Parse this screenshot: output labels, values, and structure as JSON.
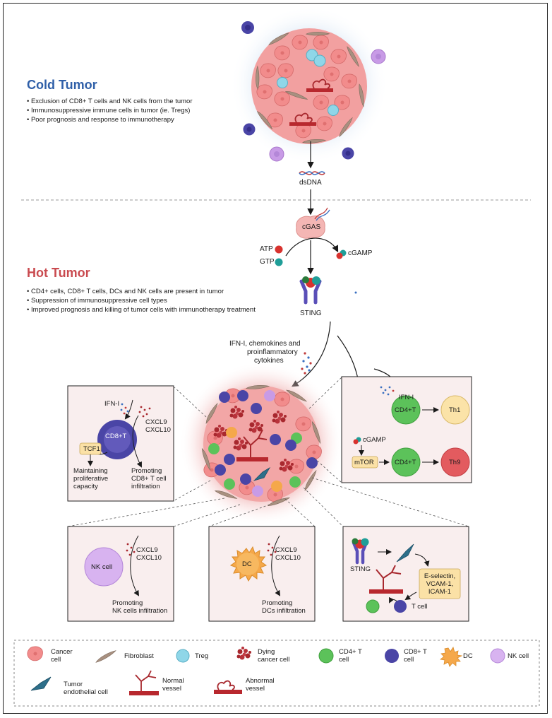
{
  "cold": {
    "title": "Cold Tumor",
    "bullets": [
      "Exclusion of CD8+ T cells and NK cells from the tumor",
      "Immunosuppressive immune cells in tumor (ie. Tregs)",
      "Poor prognosis and response to immunotherapy"
    ]
  },
  "hot": {
    "title": "Hot Tumor",
    "bullets": [
      "CD4+ cells, CD8+ T cells, DCs and NK cells are present in tumor",
      "Suppression of immunosuppressive cell types",
      "Improved prognosis and killing of tumor cells with immunotherapy treatment"
    ]
  },
  "pathway": {
    "dsdna": "dsDNA",
    "cgas": "cGAS",
    "atp": "ATP",
    "gtp": "GTP",
    "cgamp": "cGAMP",
    "sting": "STING",
    "ifn_line1": "IFN-I, chemokines and",
    "ifn_line2": "proinflammatory",
    "ifn_line3": "cytokines"
  },
  "box_cd8": {
    "ifn": "IFN-I",
    "cell": "CD8+T",
    "cxcl9": "CXCL9",
    "cxcl10": "CXCL10",
    "tcf1": "TCF1",
    "left_1": "Maintaining",
    "left_2": "proliferative",
    "left_3": "capacity",
    "right_1": "Promoting",
    "right_2": "CD8+ T cell",
    "right_3": "infiltration"
  },
  "box_cd4": {
    "ifn": "IFN-I",
    "cell_top": "CD4+T",
    "th1": "Th1",
    "cgamp": "cGAMP",
    "mtor": "mTOR",
    "cell_bottom": "CD4+T",
    "th9": "Th9"
  },
  "box_nk": {
    "cell": "NK cell",
    "cxcl9": "CXCL9",
    "cxcl10": "CXCL10",
    "promo_1": "Promoting",
    "promo_2": "NK cells infiltration"
  },
  "box_dc": {
    "cell": "DC",
    "cxcl9": "CXCL9",
    "cxcl10": "CXCL10",
    "promo_1": "Promoting",
    "promo_2": "DCs infiltration"
  },
  "box_endo": {
    "sting": "STING",
    "adh_1": "E-selectin,",
    "adh_2": "VCAM-1,",
    "adh_3": "ICAM-1",
    "tcell": "T cell"
  },
  "legend": {
    "cancer_1": "Cancer",
    "cancer_2": "cell",
    "fibroblast": "Fibroblast",
    "treg": "Treg",
    "dying_1": "Dying",
    "dying_2": "cancer cell",
    "cd4_1": "CD4+ T",
    "cd4_2": "cell",
    "cd8_1": "CD8+ T",
    "cd8_2": "cell",
    "dc": "DC",
    "nk": "NK cell",
    "endo_1": "Tumor",
    "endo_2": "endothelial cell",
    "normal_1": "Normal",
    "normal_2": "vessel",
    "abnormal_1": "Abnormal",
    "abnormal_2": "vessel"
  },
  "colors": {
    "cold_title": "#2f5fa8",
    "hot_title": "#c94a4f",
    "cd8": "#4a45a6",
    "cd4": "#5cc25a",
    "nk": "#c89be6",
    "dc": "#f5a84a",
    "treg": "#8fd6e8",
    "cancer": "#f08a8a",
    "dying": "#a8282e",
    "fibroblast": "#a89080",
    "vessel": "#b8282e",
    "endothelial": "#2d6f8a",
    "th1": "#fbe3a8",
    "th9": "#e35b5f",
    "box_bg": "#f9eeee"
  }
}
